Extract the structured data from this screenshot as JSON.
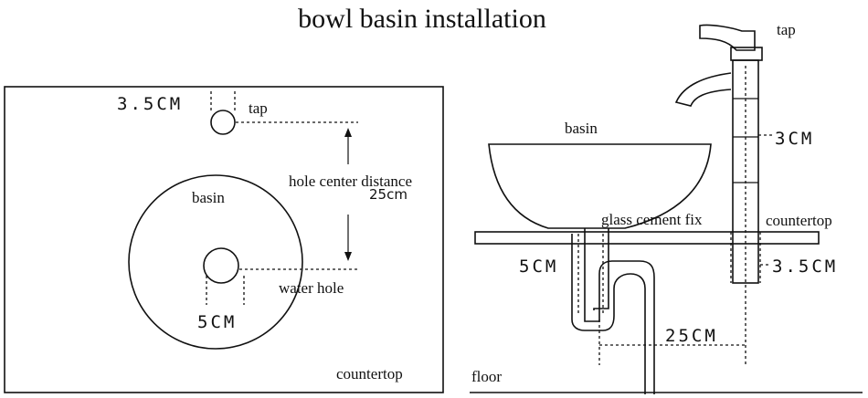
{
  "title": "bowl basin installation",
  "top_view": {
    "tap_label": "tap",
    "tap_hole_size": "3.5CM",
    "basin_label": "basin",
    "distance_label_line1": "hole center distance",
    "distance_label_line2": "25cm",
    "water_hole_label": "water hole",
    "water_hole_size": "5CM",
    "countertop_label": "countertop"
  },
  "side_view": {
    "tap_label": "tap",
    "tap_pipe_size": "3CM",
    "basin_label": "basin",
    "cement_label": "glass cement fix",
    "countertop_label": "countertop",
    "drain_size": "5CM",
    "tap_hole_size": "3.5CM",
    "spacing_label": "25CM",
    "floor_label": "floor"
  }
}
